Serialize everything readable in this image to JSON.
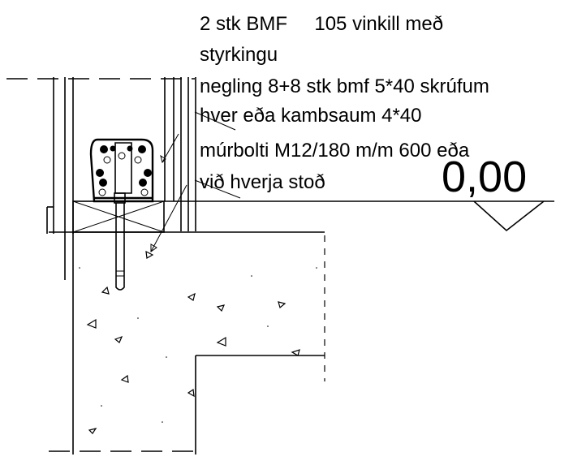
{
  "notes": {
    "line1": "2 stk BMF     105 vinkill með",
    "line2": "styrkingu",
    "line3": "negling 8+8 stk bmf 5*40 skrúfum",
    "line4": "hver eða kambsaum 4*40",
    "line5": "múrbolti M12/180 m/m 600 eða",
    "line6": "við hverja stoð"
  },
  "level": {
    "value": "0,00"
  }
}
